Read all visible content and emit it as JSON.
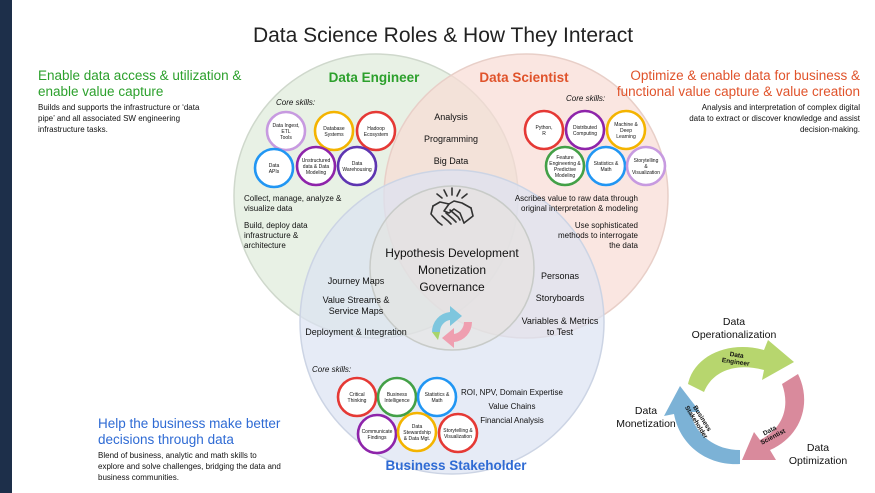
{
  "title": "Data Science Roles & How They Interact",
  "colors": {
    "engineer": "#2ca02c",
    "scientist": "#e0532b",
    "stakeholder": "#2f6bd4",
    "engineer_fill": "#dfeedd",
    "scientist_fill": "#f9ded8",
    "stakeholder_fill": "#dfe6f5"
  },
  "data_engineer": {
    "name": "Data Engineer",
    "heading_lines": [
      "Enable data access & utilization &",
      "enable value capture"
    ],
    "description_lines": [
      "Builds and supports the infrastructure or ‘data",
      "pipe’ and all associated SW engineering",
      "infrastructure tasks."
    ],
    "core_skills_label": "Core skills:",
    "skills": [
      {
        "lines": [
          "Data Ingest,",
          "ETL",
          "Tools"
        ],
        "color": "#c79ae0"
      },
      {
        "lines": [
          "Database",
          "Systems"
        ],
        "color": "#f4b400"
      },
      {
        "lines": [
          "Hadoop",
          "Ecosystem"
        ],
        "color": "#e53935"
      },
      {
        "lines": [
          "Data",
          "APIs"
        ],
        "color": "#2196f3"
      },
      {
        "lines": [
          "Unstructured",
          "data & Data",
          "Modeling"
        ],
        "color": "#8e24aa"
      },
      {
        "lines": [
          "Data",
          "Warehousing"
        ],
        "color": "#5e35b1"
      }
    ],
    "notes": [
      [
        "Collect, manage, analyze &",
        "visualize data"
      ],
      [
        "Build, deploy data",
        "infrastructure &",
        "architecture"
      ]
    ]
  },
  "data_scientist": {
    "name": "Data Scientist",
    "heading_lines": [
      "Optimize & enable data for business &",
      "functional value capture & value creation"
    ],
    "description_lines": [
      "Analysis and interpretation of complex digital",
      "data to extract or discover knowledge and assist",
      "decision-making."
    ],
    "core_skills_label": "Core skills:",
    "skills": [
      {
        "lines": [
          "Python,",
          "R"
        ],
        "color": "#e53935"
      },
      {
        "lines": [
          "Distributed",
          "Computing"
        ],
        "color": "#8e24aa"
      },
      {
        "lines": [
          "Machine &",
          "Deep",
          "Learning"
        ],
        "color": "#f4b400"
      },
      {
        "lines": [
          "Feature",
          "Engineering &",
          "Predictive",
          "Modeling"
        ],
        "color": "#43a047"
      },
      {
        "lines": [
          "Statistics &",
          "Math"
        ],
        "color": "#2196f3"
      },
      {
        "lines": [
          "Storytelling",
          "&",
          "Visualization"
        ],
        "color": "#c79ae0"
      }
    ],
    "notes": [
      [
        "Ascribes value to raw data through",
        "original interpretation & modeling"
      ],
      [
        "Use sophisticated",
        "methods to interrogate",
        "the data"
      ]
    ]
  },
  "business_stakeholder": {
    "name": "Business Stakeholder",
    "heading_lines": [
      "Help the business make better",
      "decisions through data"
    ],
    "description_lines": [
      "Blend of business, analytic and math skills to",
      "explore and solve challenges, bridging the data and",
      "business communities."
    ],
    "core_skills_label": "Core skills:",
    "skills": [
      {
        "lines": [
          "Critical",
          "Thinking"
        ],
        "color": "#e53935"
      },
      {
        "lines": [
          "Business",
          "Intelligence"
        ],
        "color": "#43a047"
      },
      {
        "lines": [
          "Statistics &",
          "Math"
        ],
        "color": "#2196f3"
      },
      {
        "lines": [
          "Communicate",
          "Findings"
        ],
        "color": "#8e24aa"
      },
      {
        "lines": [
          "Data",
          "Stewardship",
          "& Data Mgt."
        ],
        "color": "#f4b400"
      },
      {
        "lines": [
          "Storytelling &",
          "Visualization"
        ],
        "color": "#e53935"
      }
    ],
    "notes": [
      "ROI, NPV, Domain Expertise",
      "Value Chains",
      "Financial Analysis"
    ]
  },
  "overlaps": {
    "engineer_scientist": [
      "Analysis",
      "Programming",
      "Big Data"
    ],
    "engineer_stakeholder": [
      "Journey Maps",
      "Value Streams &",
      "Service Maps",
      "Deployment & Integration"
    ],
    "scientist_stakeholder": [
      "Personas",
      "Storyboards",
      "Variables & Metrics",
      "to Test"
    ],
    "center": [
      "Hypothesis Development",
      "Monetization",
      "Governance"
    ]
  },
  "cycle": {
    "operationalization_lines": [
      "Data",
      "Operationalization"
    ],
    "monetization_lines": [
      "Data",
      "Monetization"
    ],
    "optimization_lines": [
      "Data",
      "Optimization"
    ],
    "arrow_engineer_lines": [
      "Data",
      "Engineer"
    ],
    "arrow_stakeholder_lines": [
      "Business",
      "Stakeholder"
    ],
    "arrow_scientist_lines": [
      "Data",
      "Scientist"
    ]
  }
}
